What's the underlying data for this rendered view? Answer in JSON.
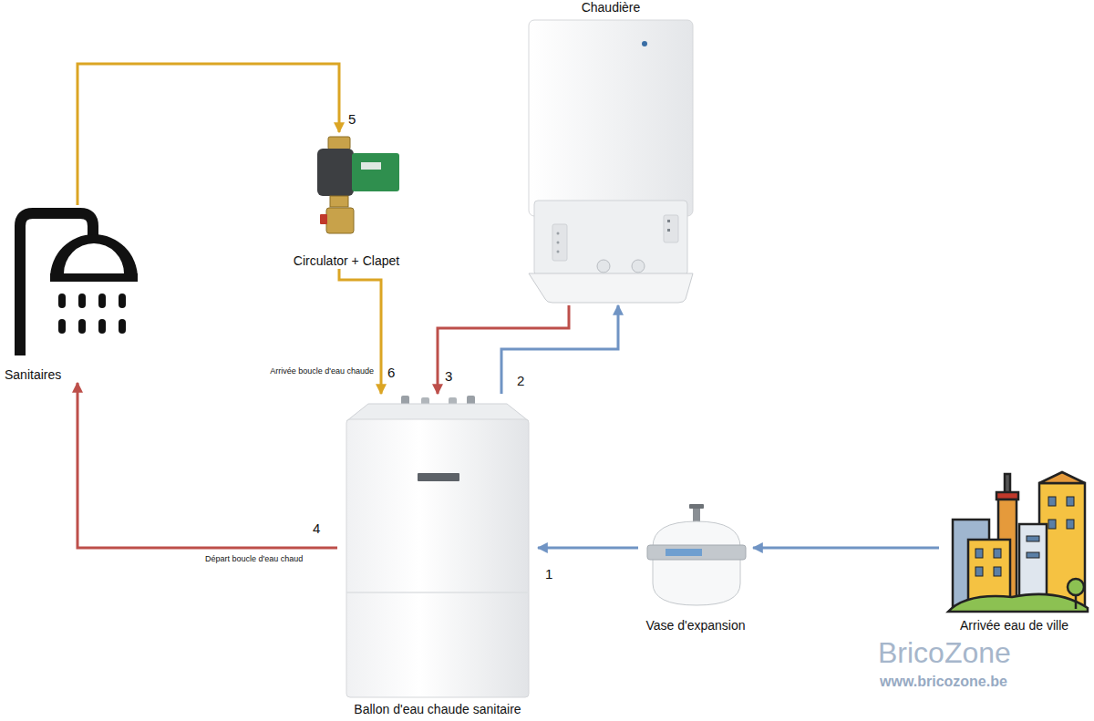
{
  "diagram": {
    "nodes": [
      {
        "text": [
          "Chaudière"
        ]
      },
      {
        "text": [
          "Circulator + Clapet"
        ]
      },
      {
        "text": [
          "Sanitaires"
        ]
      },
      {
        "text": [
          "Ballon d'eau chaude sanitaire"
        ]
      },
      {
        "text": [
          "Vase d'expansion"
        ]
      },
      {
        "text": [
          "Arrivée eau de ville"
        ]
      }
    ],
    "edges": [
      {
        "from": 5,
        "to": 4,
        "arrow": "to"
      },
      {
        "from": 4,
        "to": 3,
        "label": "1",
        "arrow": "to"
      },
      {
        "from": 3,
        "to": 0,
        "label": "2",
        "arrow": "to"
      },
      {
        "from": 0,
        "to": 3,
        "label": "3",
        "arrow": "to"
      },
      {
        "from": 3,
        "to": 2,
        "label": "4",
        "arrow": "to"
      },
      {
        "from": 2,
        "to": 1,
        "label": "5",
        "arrow": "to"
      },
      {
        "from": 1,
        "to": 3,
        "label": "6",
        "arrow": "to"
      }
    ],
    "labels": [
      "Arrivée boucle d'eau chaude",
      "Départ boucle d'eau chaud",
      "BricoZone",
      "www.bricozone.be"
    ]
  }
}
